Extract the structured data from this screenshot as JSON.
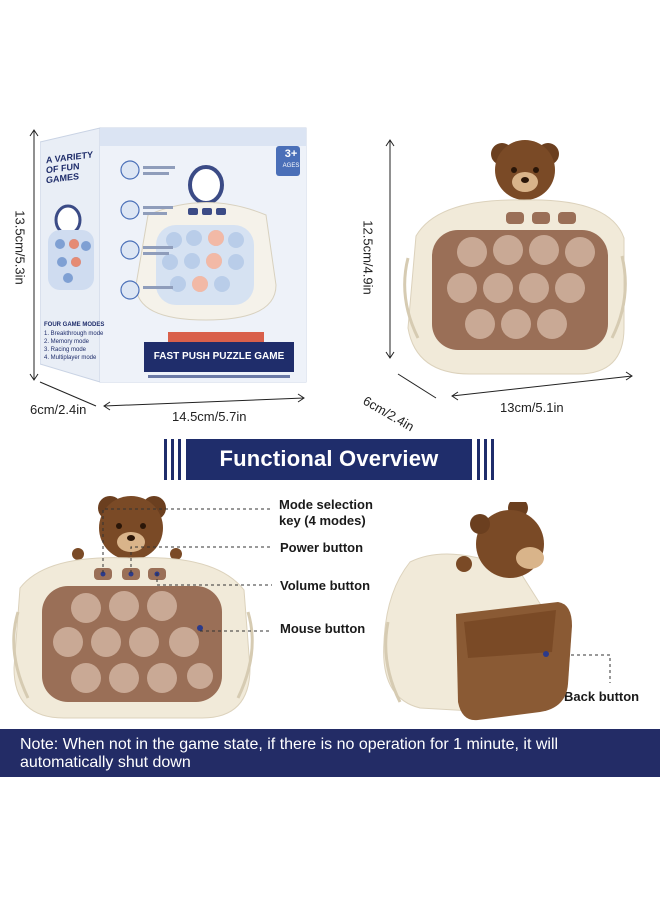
{
  "box": {
    "side_title": "A VARIETY OF FUN GAMES",
    "side_modes_title": "FOUR GAME MODES",
    "side_modes": [
      "1. Breakthrough mode",
      "2. Memory mode",
      "3. Racing mode",
      "4. Multiplayer mode"
    ],
    "age_badge": "3+",
    "age_sub": "AGES",
    "front_title": "FAST PUSH PUZZLE GAME"
  },
  "dimensions": {
    "box_height": "13.5cm/5.3in",
    "box_depth": "6cm/2.4in",
    "box_width": "14.5cm/5.7in",
    "toy_height": "12.5cm/4.9in",
    "toy_depth": "6cm/2.4in",
    "toy_width": "13cm/5.1in"
  },
  "overview": {
    "title": "Functional Overview"
  },
  "callouts": {
    "mode_line1": "Mode selection",
    "mode_line2": "key (4 modes)",
    "power": "Power button",
    "volume": "Volume button",
    "mouse": "Mouse button",
    "back": "Back button"
  },
  "note": {
    "text": "Note: When not in the game state, if there is no operation for 1 minute, it will automatically shut down"
  },
  "colors": {
    "navy": "#1f2d6b",
    "cream": "#f1ead9",
    "bear_brown": "#7a4a26",
    "bubble": "#c9a995",
    "tray": "#9a6f57"
  }
}
